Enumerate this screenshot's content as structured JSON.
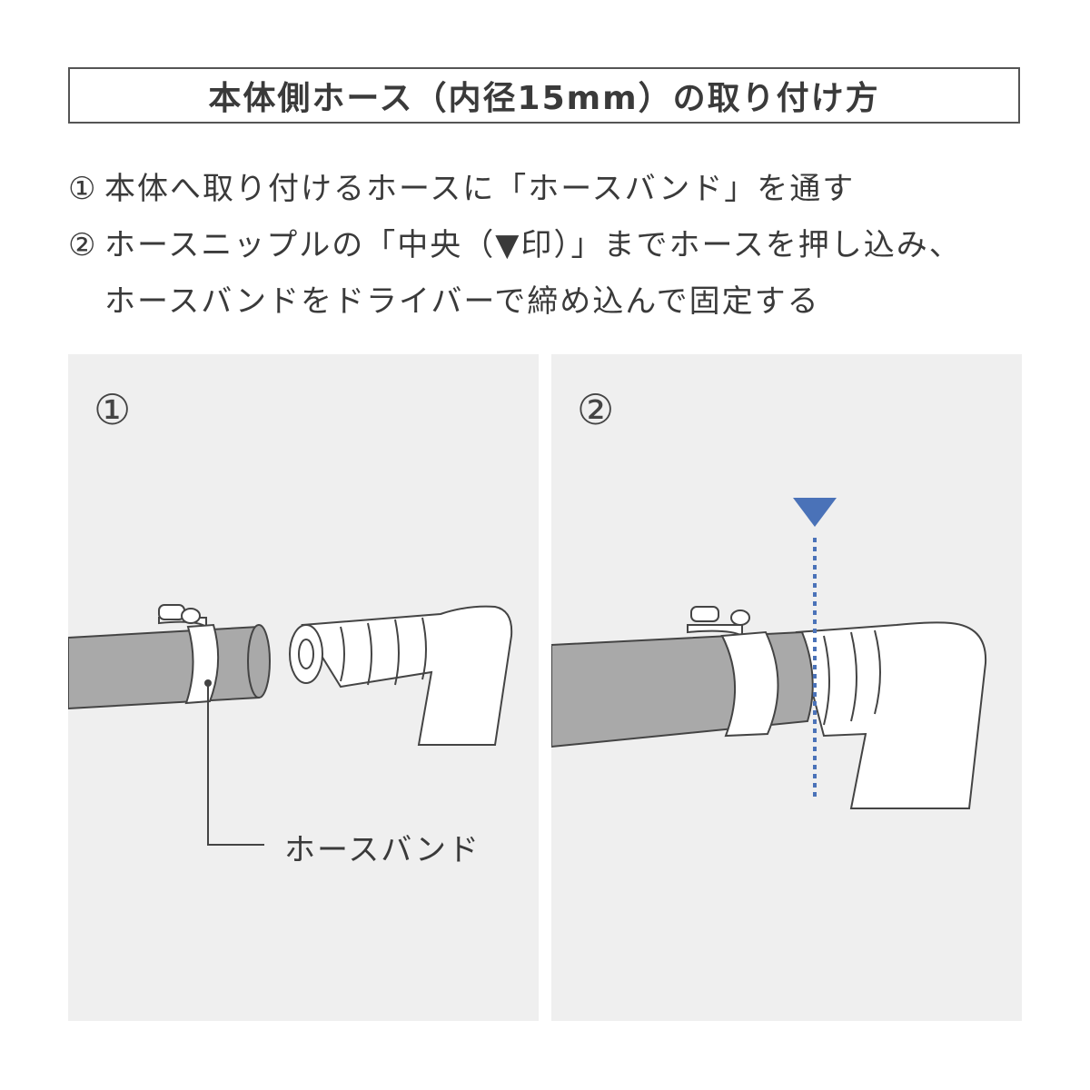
{
  "title": "本体側ホース（内径15mm）の取り付け方",
  "steps": [
    {
      "num": "①",
      "text": "本体へ取り付けるホースに「ホースバンド」を通す"
    },
    {
      "num": "②",
      "text": "ホースニップルの「中央（▼印）」までホースを押し込み、"
    },
    {
      "num": "",
      "text": "ホースバンドをドライバーで締め込んで固定する"
    }
  ],
  "panels": [
    {
      "label": "①",
      "callout": "ホースバンド"
    },
    {
      "label": "②"
    }
  ],
  "colors": {
    "hose": "#a9a9a9",
    "panel_bg": "#efefef",
    "marker": "#4a72b8",
    "outline": "#444444"
  }
}
